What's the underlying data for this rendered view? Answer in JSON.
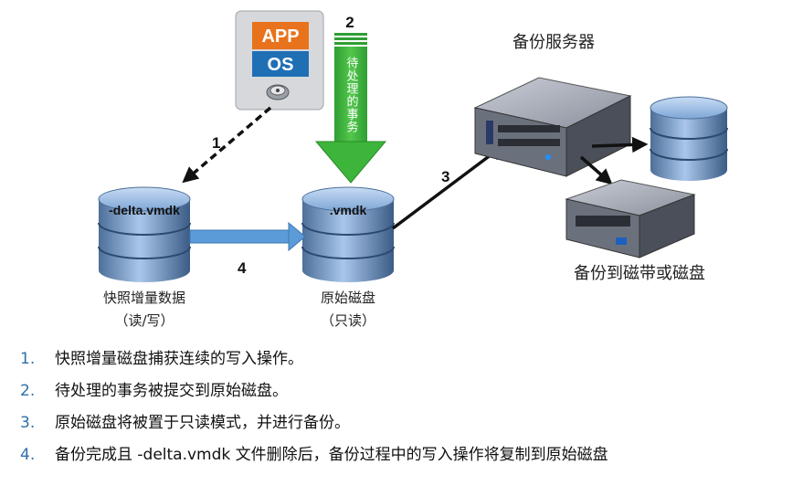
{
  "app_box": {
    "app": "APP",
    "os": "OS"
  },
  "arrows": {
    "step1": "1",
    "step2": "2",
    "step2_text": "待处理的事务",
    "step3": "3",
    "step4": "4"
  },
  "disks": {
    "delta_name": "-delta.vmdk",
    "delta_label_line1": "快照增量数据",
    "delta_label_line2": "（读/写）",
    "base_name": ".vmdk",
    "base_label_line1": "原始磁盘",
    "base_label_line2": "（只读）"
  },
  "backup_server_label": "备份服务器",
  "backup_target_label": "备份到磁带或磁盘",
  "steps": [
    {
      "num": "1.",
      "text": "快照增量磁盘捕获连续的写入操作。"
    },
    {
      "num": "2.",
      "text": "待处理的事务被提交到原始磁盘。"
    },
    {
      "num": "3.",
      "text": "原始磁盘将被置于只读模式，并进行备份。"
    },
    {
      "num": "4.",
      "text": "备份完成且 -delta.vmdk 文件删除后，备份过程中的写入操作将复制到原始磁盘"
    }
  ],
  "colors": {
    "app_orange": "#e8731c",
    "os_blue": "#1f6fb5",
    "green_arrow": "#3db53a",
    "disk_blue": "#6d9fd6",
    "step_number_blue": "#2e6fa8"
  }
}
